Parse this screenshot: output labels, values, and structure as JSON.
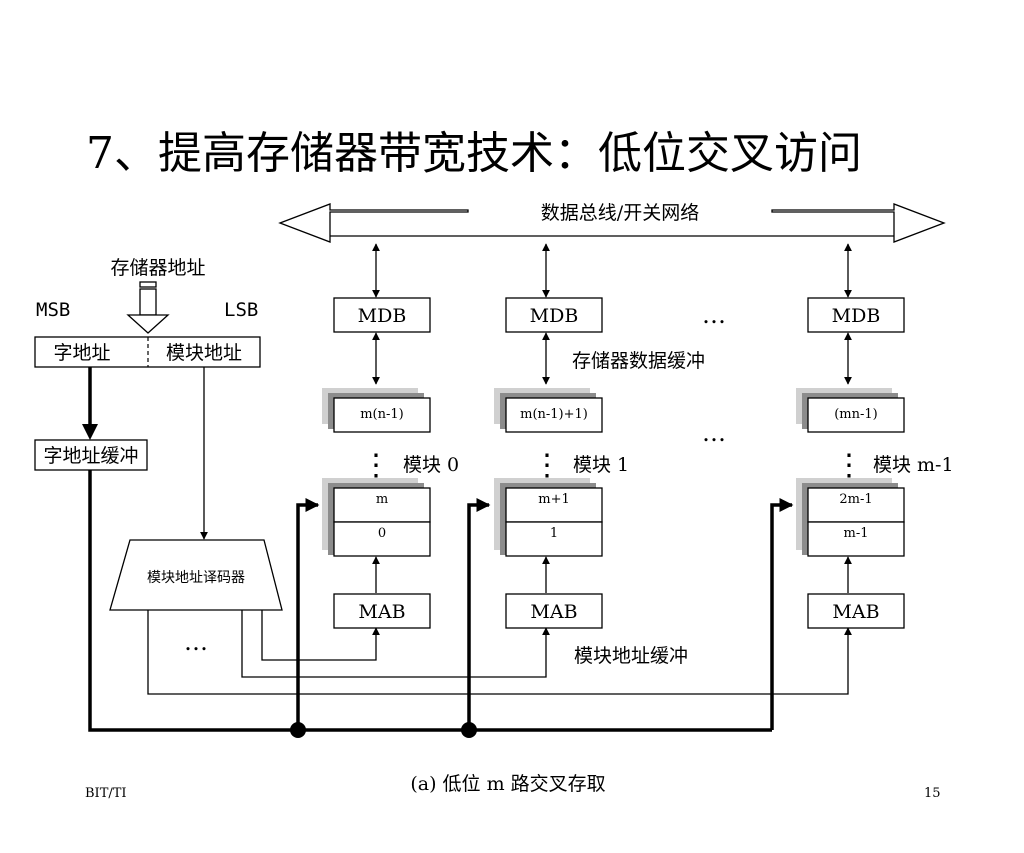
{
  "title": "7、提高存储器带宽技术：低位交叉访问",
  "bus_label": "数据总线/开关网络",
  "address_label": "存储器地址",
  "msb": "MSB",
  "lsb": "LSB",
  "word_address": "字地址",
  "module_address": "模块地址",
  "word_address_buffer": "字地址缓冲",
  "module_decoder": "模块地址译码器",
  "memory_data_buffer": "存储器数据缓冲",
  "module_address_buffer": "模块地址缓冲",
  "ellipsis": "…",
  "vdots": "⋮",
  "modules": [
    {
      "mdb": "MDB",
      "mab": "MAB",
      "label": "模块 0",
      "cells": [
        "m(n-1)",
        "m",
        "0"
      ]
    },
    {
      "mdb": "MDB",
      "mab": "MAB",
      "label": "模块 1",
      "cells": [
        "m(n-1)+1)",
        "m+1",
        "1"
      ]
    },
    {
      "mdb": "MDB",
      "mab": "MAB",
      "label": "模块 m-1",
      "cells": [
        "(mn-1)",
        "2m-1",
        "m-1"
      ]
    }
  ],
  "caption": "(a)  低位 m 路交叉存取",
  "footer_left": "BIT/TI",
  "page_number": "15"
}
